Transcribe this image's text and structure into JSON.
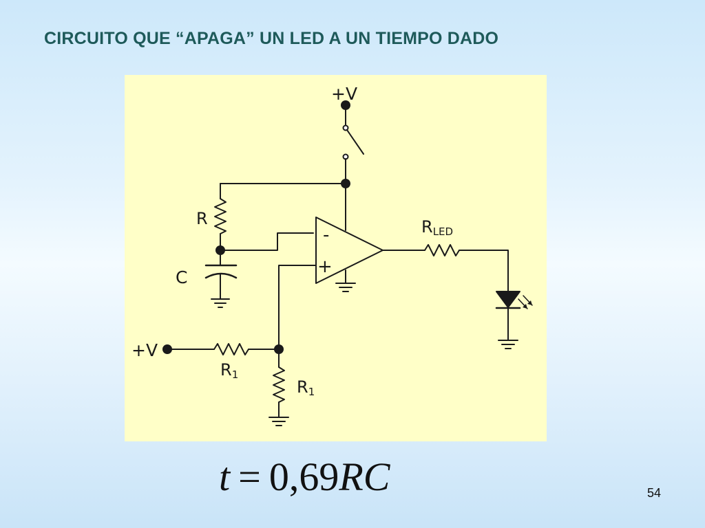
{
  "slide": {
    "title": "CIRCUITO QUE “APAGA” UN LED A UN TIEMPO DADO",
    "page_number": "54"
  },
  "diagram": {
    "labels": {
      "supply_top": "+V",
      "supply_left": "+V",
      "resistor_r": "R",
      "capacitor_c": "C",
      "resistor_led_main": "R",
      "resistor_led_sub": "LED",
      "resistor_r1_series_main": "R",
      "resistor_r1_series_sub": "1",
      "resistor_r1_ground_main": "R",
      "resistor_r1_ground_sub": "1",
      "opamp_inverting": "-",
      "opamp_noninverting": "+"
    }
  },
  "formula": {
    "lhs": "t",
    "equals": "=",
    "value": "0,69",
    "rhs": "RC"
  }
}
